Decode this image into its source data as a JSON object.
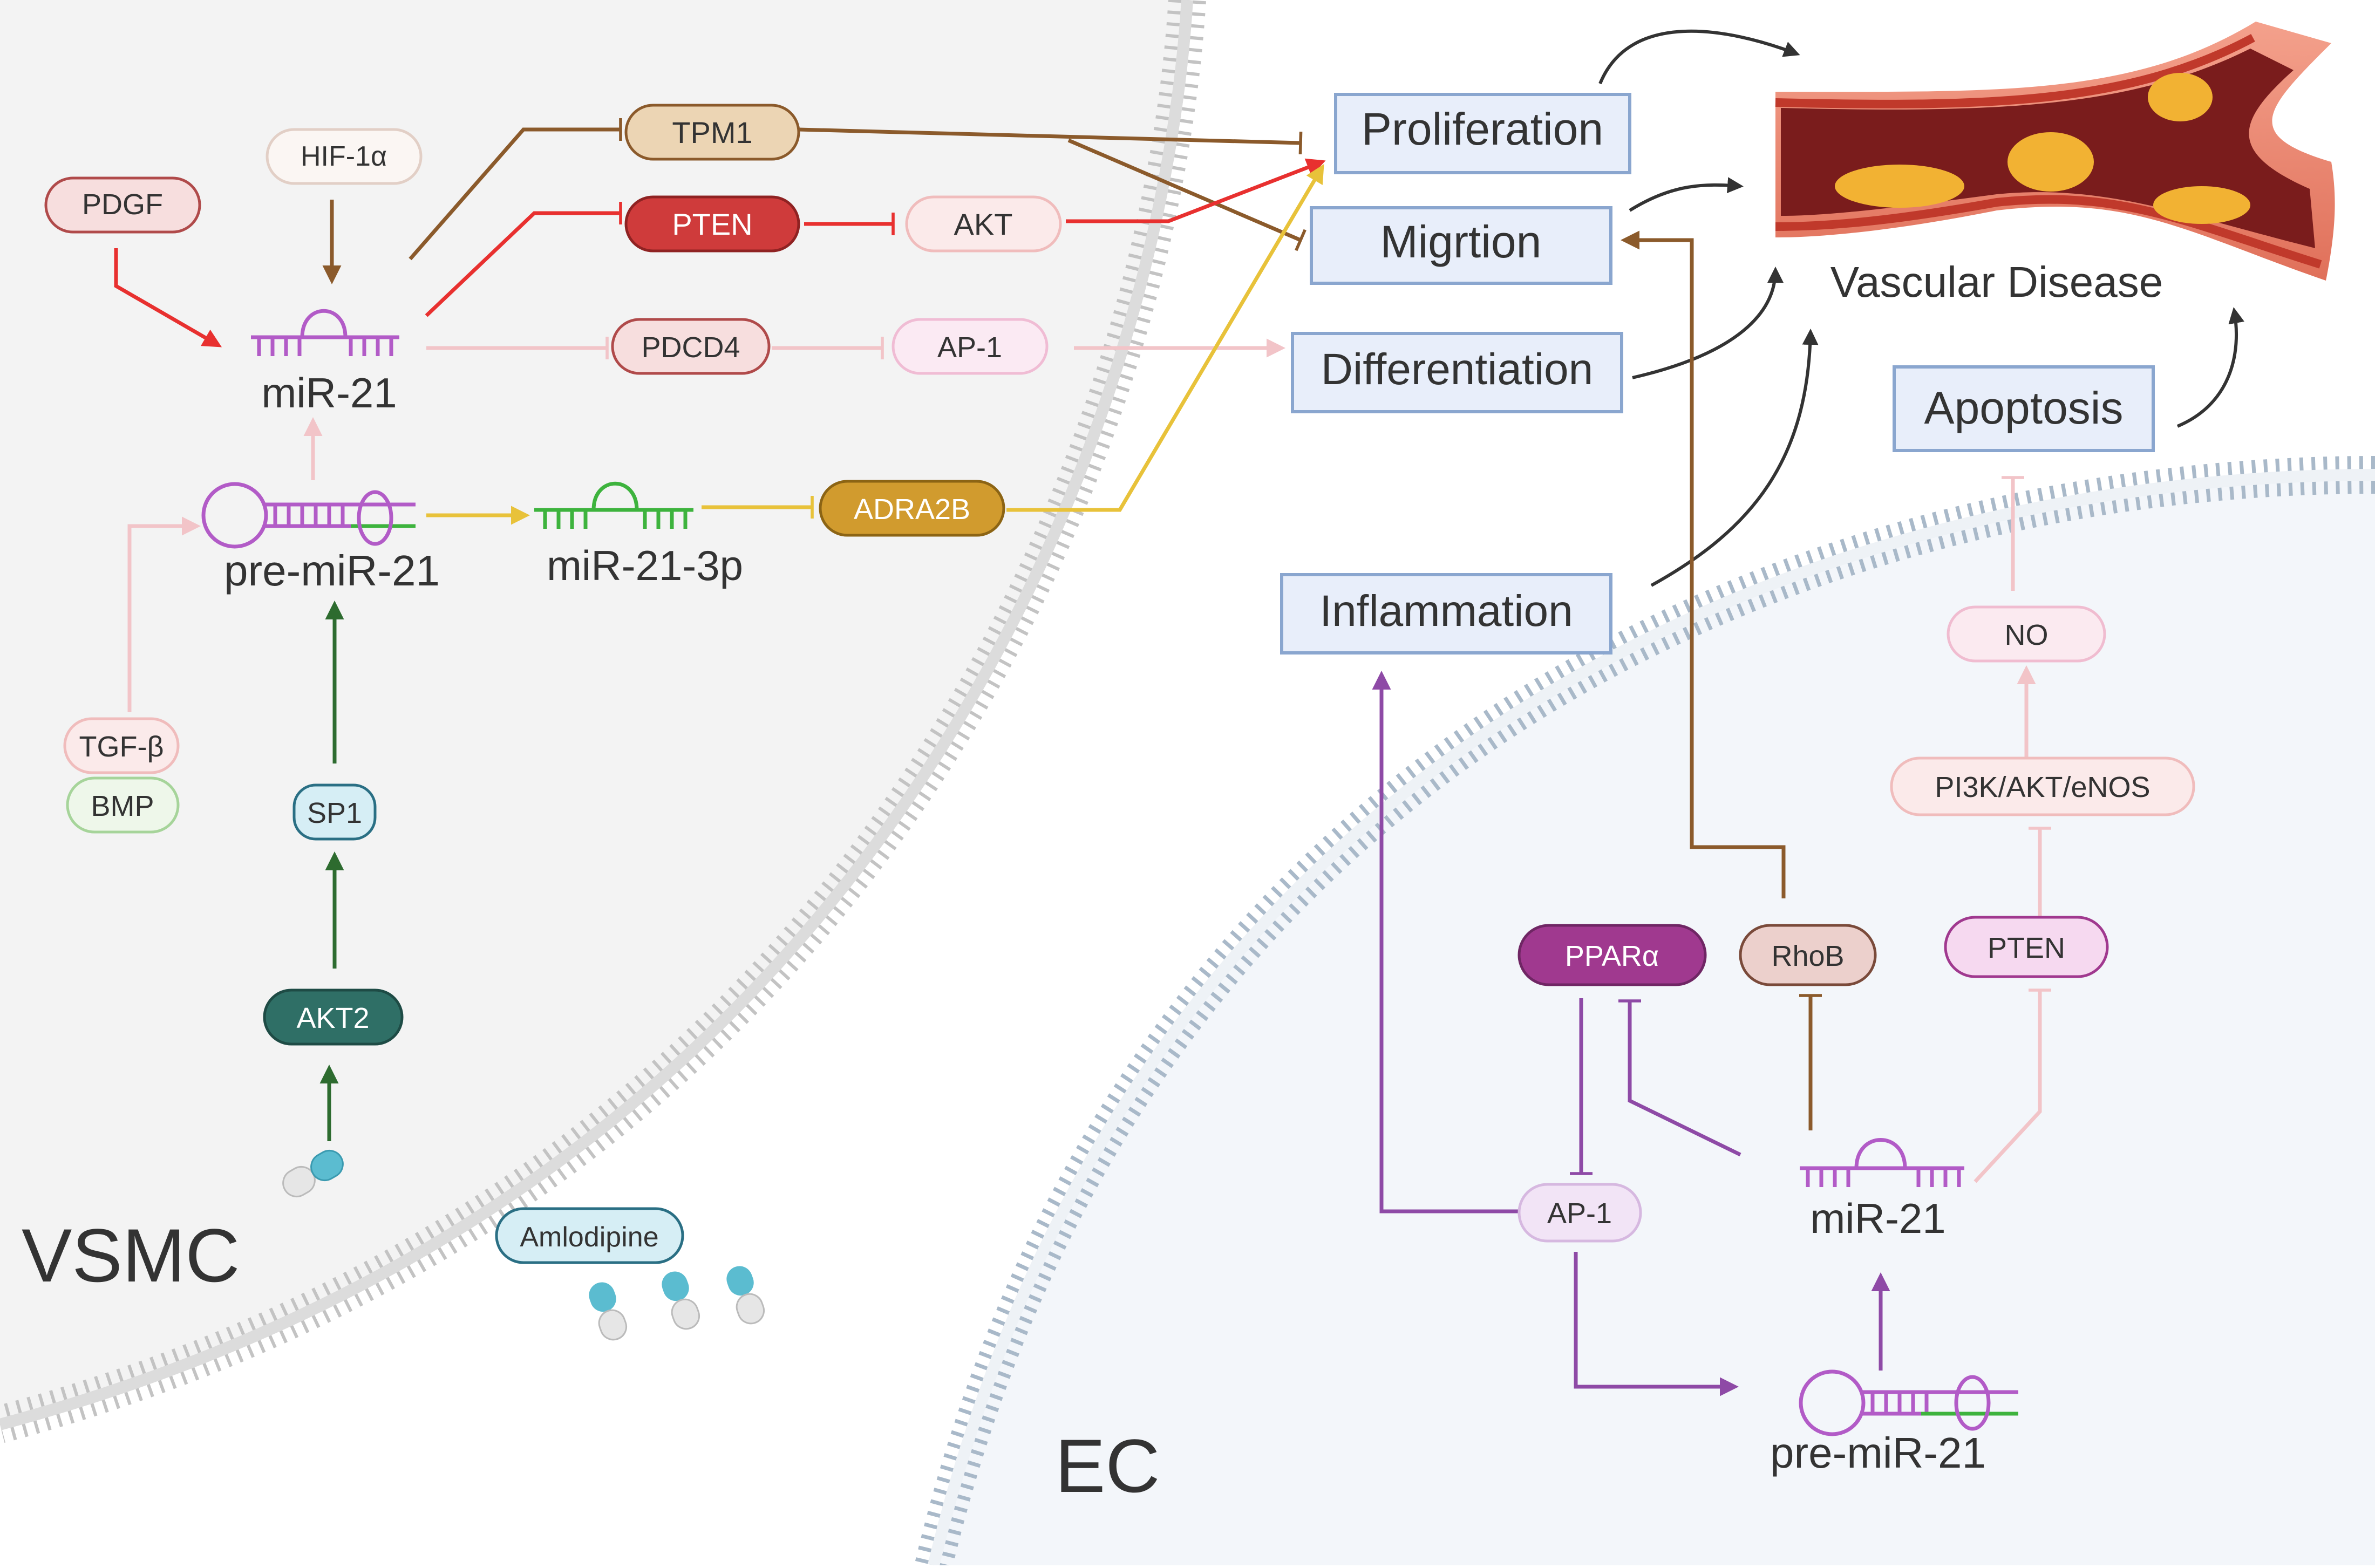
{
  "cells": {
    "vsmc": "VSMC",
    "ec": "EC"
  },
  "vsmc": {
    "hif": "HIF-1α",
    "pdgf": "PDGF",
    "tpm1": "TPM1",
    "pten": "PTEN",
    "akt": "AKT",
    "pdcd4": "PDCD4",
    "ap1": "AP-1",
    "adra2b": "ADRA2B",
    "mir21": "miR-21",
    "premir21": "pre-miR-21",
    "mir21_3p": "miR-21-3p",
    "tgfb": "TGF-β",
    "bmp": "BMP",
    "sp1": "SP1",
    "akt2": "AKT2",
    "amlodipine": "Amlodipine"
  },
  "outcomes": {
    "proliferation": "Proliferation",
    "migration": "Migrtion",
    "differentiation": "Differentiation",
    "inflammation": "Inflammation",
    "apoptosis": "Apoptosis",
    "vascular_disease": "Vascular Disease"
  },
  "ec": {
    "ppara": "PPARα",
    "rhob": "RhoB",
    "pten": "PTEN",
    "pi3k": "PI3K/AKT/eNOS",
    "no": "NO",
    "ap1": "AP-1",
    "mir21": "miR-21",
    "premir21": "pre-miR-21"
  },
  "colors": {
    "brown": "#8b5a2b",
    "red": "#e8302f",
    "pink": "#f2c4c8",
    "green": "#2d6b2f",
    "yellow": "#e8c23a",
    "purple": "#8e4aa6",
    "black": "#333333"
  }
}
